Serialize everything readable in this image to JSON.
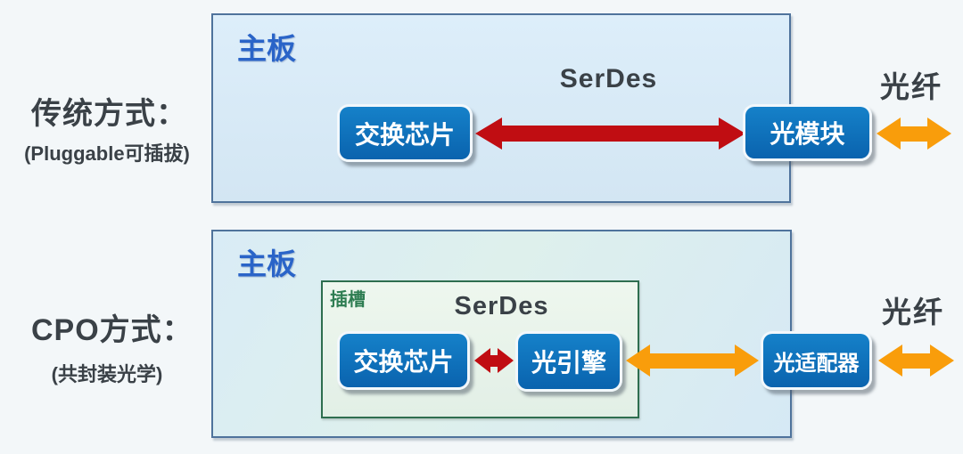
{
  "palette": {
    "background": "#f3f7f9",
    "board_fill": "#d8eaf6",
    "board_border": "#4f739c",
    "slot_fill": "#e9f4e9",
    "slot_border": "#2e6e4f",
    "component_fill": "#0b6db8",
    "component_text": "#ffffff",
    "board_label_blue": "#2a64c8",
    "slot_label_green": "#2e7d52",
    "caption_text": "#3a4147",
    "serdes_arrow_red": "#c00d12",
    "fiber_arrow_orange": "#f99d0b"
  },
  "rows": [
    {
      "id": "traditional",
      "caption_title": "传统方式：",
      "caption_sub": "(Pluggable可插拔)",
      "board_label": "主板",
      "serdes_label": "SerDes",
      "chip_label": "交换芯片",
      "module_label": "光模块",
      "fiber_label": "光纤"
    },
    {
      "id": "cpo",
      "caption_title": "CPO方式：",
      "caption_sub": "(共封装光学)",
      "board_label": "主板",
      "slot_label": "插槽",
      "serdes_label": "SerDes",
      "chip_label": "交换芯片",
      "engine_label": "光引擎",
      "adapter_label": "光适配器",
      "fiber_label": "光纤"
    }
  ]
}
